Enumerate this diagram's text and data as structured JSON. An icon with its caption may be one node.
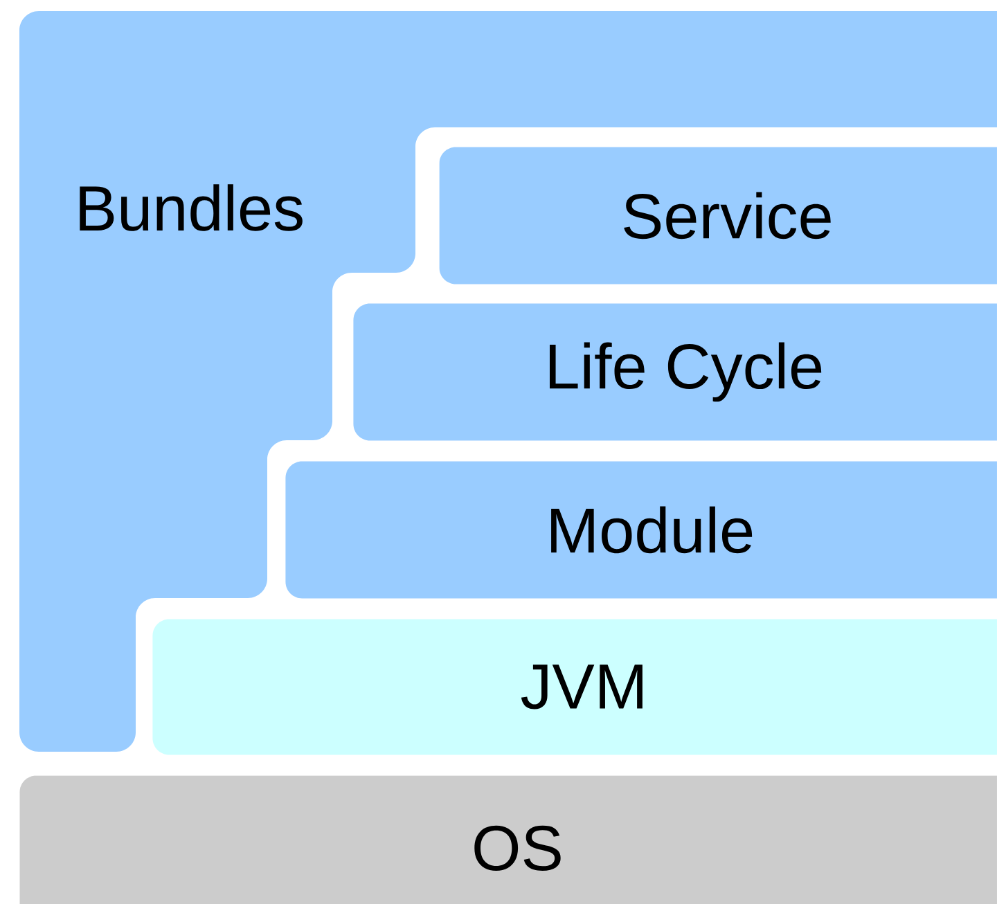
{
  "diagram": {
    "nodes": [
      {
        "text": [
          "Bundles"
        ]
      },
      {
        "text": [
          "Service"
        ]
      },
      {
        "text": [
          "Life Cycle"
        ]
      },
      {
        "text": [
          "Module"
        ]
      },
      {
        "text": [
          "JVM"
        ]
      },
      {
        "text": [
          "OS"
        ]
      }
    ]
  }
}
